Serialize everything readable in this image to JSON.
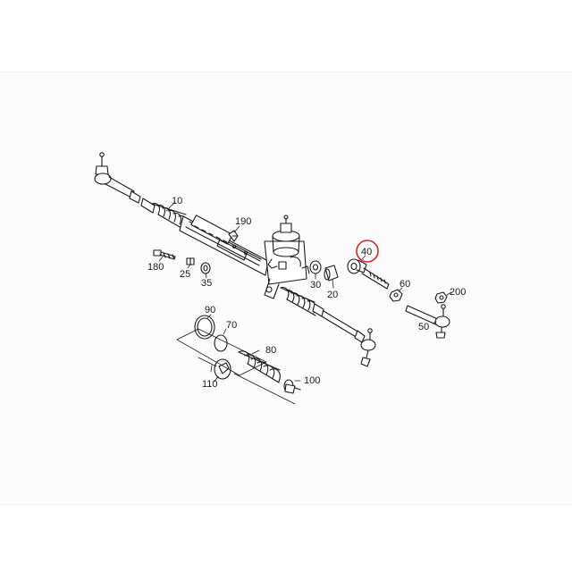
{
  "diagram": {
    "part_labels": {
      "p10": "10",
      "p190": "190",
      "p180": "180",
      "p25": "25",
      "p35": "35",
      "p30": "30",
      "p20": "20",
      "p40": "40",
      "p60": "60",
      "p200": "200",
      "p50": "50",
      "p90": "90",
      "p70": "70",
      "p80": "80",
      "p110": "110",
      "p100": "100"
    },
    "highlighted_part": "40",
    "highlight_color": "#d9252b",
    "line_color": "#1a1a1a"
  }
}
